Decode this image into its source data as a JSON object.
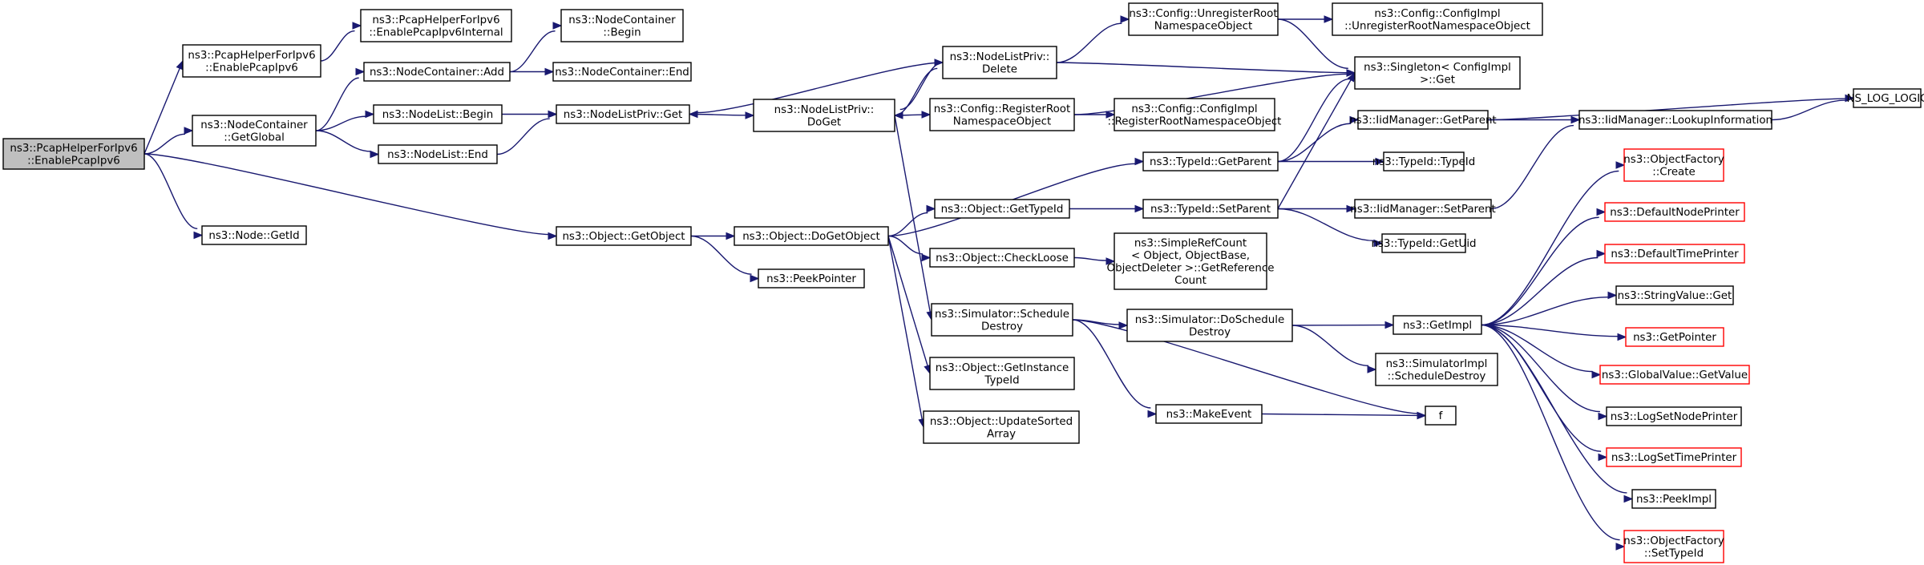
{
  "colors": {
    "edge": "#191970",
    "node_border": "#000000",
    "truncated_border": "#ff0000",
    "root_fill": "#bfbfbf",
    "node_fill": "#ffffff"
  },
  "nodes": [
    {
      "id": "root",
      "lines": [
        "ns3::PcapHelperForIpv6",
        "::EnablePcapIpv6"
      ],
      "root": true
    },
    {
      "id": "phEnable",
      "lines": [
        "ns3::PcapHelperForIpv6",
        "::EnablePcapIpv6"
      ]
    },
    {
      "id": "phInternal",
      "lines": [
        "ns3::PcapHelperForIpv6",
        "::EnablePcapIpv6Internal"
      ]
    },
    {
      "id": "ncBegin",
      "lines": [
        "ns3::NodeContainer",
        "::Begin"
      ]
    },
    {
      "id": "ncAdd",
      "lines": [
        "ns3::NodeContainer::Add"
      ]
    },
    {
      "id": "ncEnd",
      "lines": [
        "ns3::NodeContainer::End"
      ]
    },
    {
      "id": "ncGlobal",
      "lines": [
        "ns3::NodeContainer",
        "::GetGlobal"
      ]
    },
    {
      "id": "nlBegin",
      "lines": [
        "ns3::NodeList::Begin"
      ]
    },
    {
      "id": "nlEnd",
      "lines": [
        "ns3::NodeList::End"
      ]
    },
    {
      "id": "nlpGet",
      "lines": [
        "ns3::NodeListPriv::Get"
      ]
    },
    {
      "id": "nlpDoGet",
      "lines": [
        "ns3::NodeListPriv::",
        "DoGet"
      ]
    },
    {
      "id": "nlpDelete",
      "lines": [
        "ns3::NodeListPriv::",
        "Delete"
      ]
    },
    {
      "id": "cfgUnregRoot",
      "lines": [
        "ns3::Config::UnregisterRoot",
        "NamespaceObject"
      ]
    },
    {
      "id": "cfgImplUnreg",
      "lines": [
        "ns3::Config::ConfigImpl",
        "::UnregisterRootNamespaceObject"
      ]
    },
    {
      "id": "singleton",
      "lines": [
        "ns3::Singleton< ConfigImpl",
        " >::Get"
      ]
    },
    {
      "id": "cfgRegRoot",
      "lines": [
        "ns3::Config::RegisterRoot",
        "NamespaceObject"
      ]
    },
    {
      "id": "cfgImplReg",
      "lines": [
        "ns3::Config::ConfigImpl",
        "::RegisterRootNamespaceObject"
      ]
    },
    {
      "id": "nodeGetId",
      "lines": [
        "ns3::Node::GetId"
      ]
    },
    {
      "id": "objGetObject",
      "lines": [
        "ns3::Object::GetObject"
      ]
    },
    {
      "id": "objDoGetObject",
      "lines": [
        "ns3::Object::DoGetObject"
      ]
    },
    {
      "id": "peekPointer",
      "lines": [
        "ns3::PeekPointer"
      ]
    },
    {
      "id": "objGetTypeId",
      "lines": [
        "ns3::Object::GetTypeId"
      ]
    },
    {
      "id": "objCheckLoose",
      "lines": [
        "ns3::Object::CheckLoose"
      ]
    },
    {
      "id": "simSchedDestroy",
      "lines": [
        "ns3::Simulator::Schedule",
        "Destroy"
      ]
    },
    {
      "id": "objGetInstance",
      "lines": [
        "ns3::Object::GetInstance",
        "TypeId"
      ]
    },
    {
      "id": "objUpdateSorted",
      "lines": [
        "ns3::Object::UpdateSorted",
        "Array"
      ]
    },
    {
      "id": "typeGetParent",
      "lines": [
        "ns3::TypeId::GetParent"
      ]
    },
    {
      "id": "typeSetParent",
      "lines": [
        "ns3::TypeId::SetParent"
      ]
    },
    {
      "id": "simpleRef",
      "lines": [
        "ns3::SimpleRefCount",
        "< Object, ObjectBase,",
        " ObjectDeleter >::GetReference",
        "Count"
      ]
    },
    {
      "id": "simDoSched",
      "lines": [
        "ns3::Simulator::DoSchedule",
        "Destroy"
      ]
    },
    {
      "id": "makeEvent",
      "lines": [
        "ns3::MakeEvent"
      ]
    },
    {
      "id": "iidGetParent",
      "lines": [
        "ns3::IidManager::GetParent"
      ]
    },
    {
      "id": "typeTypeId",
      "lines": [
        "ns3::TypeId::TypeId"
      ]
    },
    {
      "id": "iidSetParent",
      "lines": [
        "ns3::IidManager::SetParent"
      ]
    },
    {
      "id": "typeGetUid",
      "lines": [
        "ns3::TypeId::GetUid"
      ]
    },
    {
      "id": "getImpl",
      "lines": [
        "ns3::GetImpl"
      ]
    },
    {
      "id": "simImplSched",
      "lines": [
        "ns3::SimulatorImpl",
        "::ScheduleDestroy"
      ]
    },
    {
      "id": "f",
      "lines": [
        "f"
      ]
    },
    {
      "id": "iidLookup",
      "lines": [
        "ns3::IidManager::LookupInformation"
      ]
    },
    {
      "id": "nsLog",
      "lines": [
        "NS_LOG_LOGIC"
      ]
    },
    {
      "id": "objFactCreate",
      "lines": [
        "ns3::ObjectFactory",
        "::Create"
      ],
      "truncated": true
    },
    {
      "id": "defNodePrinter",
      "lines": [
        "ns3::DefaultNodePrinter"
      ],
      "truncated": true
    },
    {
      "id": "defTimePrinter",
      "lines": [
        "ns3::DefaultTimePrinter"
      ],
      "truncated": true
    },
    {
      "id": "strValueGet",
      "lines": [
        "ns3::StringValue::Get"
      ]
    },
    {
      "id": "getPointer",
      "lines": [
        "ns3::GetPointer"
      ],
      "truncated": true
    },
    {
      "id": "globalValueGet",
      "lines": [
        "ns3::GlobalValue::GetValue"
      ],
      "truncated": true
    },
    {
      "id": "logSetNode",
      "lines": [
        "ns3::LogSetNodePrinter"
      ]
    },
    {
      "id": "logSetTime",
      "lines": [
        "ns3::LogSetTimePrinter"
      ],
      "truncated": true
    },
    {
      "id": "peekImpl",
      "lines": [
        "ns3::PeekImpl"
      ]
    },
    {
      "id": "objFactSetType",
      "lines": [
        "ns3::ObjectFactory",
        "::SetTypeId"
      ],
      "truncated": true
    }
  ],
  "edges": [
    [
      "root",
      "phEnable"
    ],
    [
      "root",
      "ncGlobal"
    ],
    [
      "root",
      "nodeGetId"
    ],
    [
      "root",
      "objGetObject"
    ],
    [
      "phEnable",
      "phInternal"
    ],
    [
      "ncGlobal",
      "ncAdd"
    ],
    [
      "ncGlobal",
      "nlBegin"
    ],
    [
      "ncGlobal",
      "nlEnd"
    ],
    [
      "ncAdd",
      "ncBegin"
    ],
    [
      "ncAdd",
      "ncEnd"
    ],
    [
      "nlBegin",
      "nlpGet"
    ],
    [
      "nlEnd",
      "nlpGet"
    ],
    [
      "nlpGet",
      "nlpDoGet"
    ],
    [
      "nlpDelete",
      "nlpGet"
    ],
    [
      "nlpDoGet",
      "nlpDelete"
    ],
    [
      "nlpDoGet",
      "cfgRegRoot"
    ],
    [
      "nlpDoGet",
      "simSchedDestroy"
    ],
    [
      "nlpDelete",
      "nlpDoGet"
    ],
    [
      "nlpDelete",
      "cfgUnregRoot"
    ],
    [
      "nlpDelete",
      "singleton"
    ],
    [
      "cfgUnregRoot",
      "cfgImplUnreg"
    ],
    [
      "cfgUnregRoot",
      "singleton"
    ],
    [
      "cfgRegRoot",
      "singleton"
    ],
    [
      "cfgRegRoot",
      "cfgImplReg"
    ],
    [
      "objGetObject",
      "objDoGetObject"
    ],
    [
      "objGetObject",
      "peekPointer"
    ],
    [
      "objDoGetObject",
      "typeGetParent"
    ],
    [
      "objDoGetObject",
      "objGetTypeId"
    ],
    [
      "objDoGetObject",
      "objCheckLoose"
    ],
    [
      "objDoGetObject",
      "objGetInstance"
    ],
    [
      "objDoGetObject",
      "objUpdateSorted"
    ],
    [
      "objGetTypeId",
      "typeSetParent"
    ],
    [
      "objCheckLoose",
      "simpleRef"
    ],
    [
      "simSchedDestroy",
      "simDoSched"
    ],
    [
      "simSchedDestroy",
      "makeEvent"
    ],
    [
      "simSchedDestroy",
      "f"
    ],
    [
      "typeGetParent",
      "singleton"
    ],
    [
      "typeGetParent",
      "iidGetParent"
    ],
    [
      "typeGetParent",
      "typeTypeId"
    ],
    [
      "typeSetParent",
      "singleton"
    ],
    [
      "typeSetParent",
      "iidSetParent"
    ],
    [
      "typeSetParent",
      "typeGetUid"
    ],
    [
      "simDoSched",
      "getImpl"
    ],
    [
      "simDoSched",
      "simImplSched"
    ],
    [
      "makeEvent",
      "f"
    ],
    [
      "iidGetParent",
      "iidLookup"
    ],
    [
      "iidGetParent",
      "nsLog"
    ],
    [
      "iidSetParent",
      "iidLookup"
    ],
    [
      "iidLookup",
      "nsLog"
    ],
    [
      "getImpl",
      "objFactCreate"
    ],
    [
      "getImpl",
      "defNodePrinter"
    ],
    [
      "getImpl",
      "defTimePrinter"
    ],
    [
      "getImpl",
      "strValueGet"
    ],
    [
      "getImpl",
      "getPointer"
    ],
    [
      "getImpl",
      "globalValueGet"
    ],
    [
      "getImpl",
      "logSetNode"
    ],
    [
      "getImpl",
      "logSetTime"
    ],
    [
      "getImpl",
      "peekImpl"
    ],
    [
      "getImpl",
      "objFactSetType"
    ]
  ]
}
